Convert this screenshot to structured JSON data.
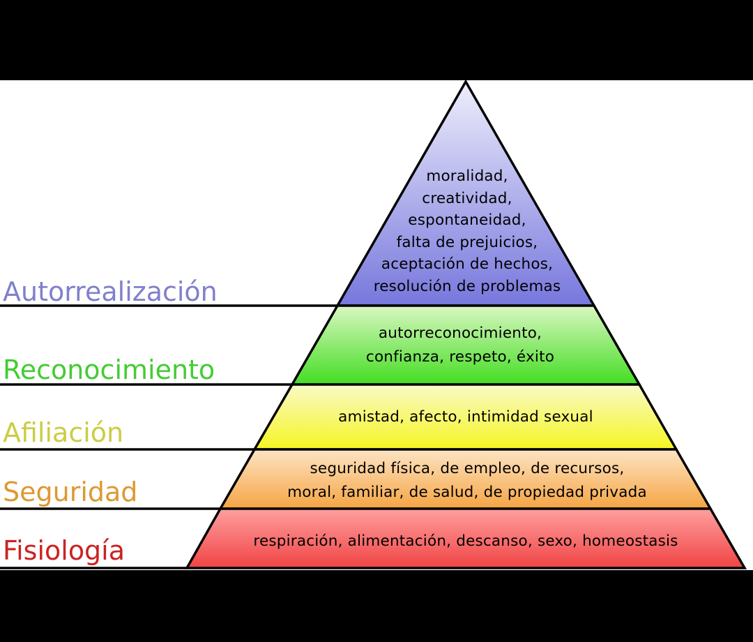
{
  "pyramid": {
    "levels": [
      {
        "key": "self",
        "label": "Autorrealización",
        "label_color": "#8080cc",
        "fill_top": "#eeeefc",
        "fill_bottom": "#7777dd",
        "lines": [
          "moralidad,",
          "creatividad,",
          "espontaneidad,",
          "falta de prejuicios,",
          "aceptación de hechos,",
          "resolución de problemas"
        ]
      },
      {
        "key": "esteem",
        "label": "Reconocimiento",
        "label_color": "#44cc33",
        "fill_top": "#d9f7c2",
        "fill_bottom": "#44dd22",
        "lines": [
          "autorreconocimiento,",
          "confianza, respeto, éxito"
        ]
      },
      {
        "key": "belonging",
        "label": "Afiliación",
        "label_color": "#cccc44",
        "fill_top": "#fafac8",
        "fill_bottom": "#f5f522",
        "lines": [
          "amistad, afecto, intimidad sexual"
        ]
      },
      {
        "key": "safety",
        "label": "Seguridad",
        "label_color": "#dd9933",
        "fill_top": "#fde4c4",
        "fill_bottom": "#f5a544",
        "lines": [
          "seguridad física, de empleo, de recursos,",
          "moral, familiar, de salud, de propiedad privada"
        ]
      },
      {
        "key": "physiological",
        "label": "Fisiología",
        "label_color": "#cc2222",
        "fill_top": "#ff9f9f",
        "fill_bottom": "#f04444",
        "lines": [
          "respiración, alimentación, descanso, sexo, homeostasis"
        ]
      }
    ]
  }
}
